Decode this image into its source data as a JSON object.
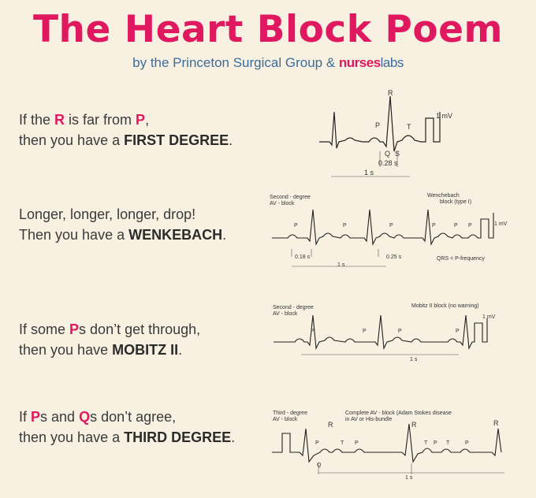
{
  "header": {
    "title": "The Heart Block Poem",
    "subtitle_prefix": "by the Princeton Surgical Group &",
    "brand_main": "nurses",
    "brand_suffix": "labs"
  },
  "verses": [
    {
      "line1_a": "If the ",
      "line1_b": "R",
      "line1_c": " is far from ",
      "line1_d": "P",
      "line1_e": ",",
      "line2_a": "then you have a ",
      "line2_b": "FIRST DEGREE",
      "line2_c": "."
    },
    {
      "line1_a": "Longer, longer, longer, drop!",
      "line2_a": "Then you have a ",
      "line2_b": "WENKEBACH",
      "line2_c": "."
    },
    {
      "line1_a": "If some ",
      "line1_b": "P",
      "line1_c": "s don’t get through,",
      "line2_a": "then you have ",
      "line2_b": "MOBITZ II",
      "line2_c": "."
    },
    {
      "line1_a": "If ",
      "line1_b": "P",
      "line1_c": "s and ",
      "line1_d": "Q",
      "line1_e": "s don’t agree,",
      "line2_a": "then you have a ",
      "line2_b": "THIRD DEGREE",
      "line2_c": "."
    }
  ],
  "ecg1": {
    "r": "R",
    "p": "P",
    "t": "T",
    "q": "Q",
    "s": "S",
    "mv": "1 mV",
    "interval": "0.28 s",
    "second": "1 s"
  },
  "ecg2": {
    "label_left_1": "Second - degree",
    "label_left_2": "AV - block",
    "label_right_1": "Wenchebach",
    "label_right_2": "block (type I)",
    "p": "P",
    "mv": "1 mV",
    "interval1": "0.18 s",
    "interval2": "0.25 s",
    "second": "1 s",
    "qrs_note": "QRS < P-frequency"
  },
  "ecg3": {
    "label_left_1": "Second - degree",
    "label_left_2": "AV - block",
    "label_right": "Mobitz II block (no warning)",
    "p": "P",
    "mv": "1 mV",
    "second": "1 s"
  },
  "ecg4": {
    "label_left_1": "Third - degree",
    "label_left_2": "AV - block",
    "label_right_1": "Complete  AV - block (Adam Stokes disease",
    "label_right_2": "in AV or His-bundle",
    "r": "R",
    "p": "P",
    "t": "T",
    "q": "Q",
    "second": "1 s"
  },
  "colors": {
    "accent": "#e0185f",
    "subtitle": "#3b6c9a",
    "background": "#f8f1e2"
  }
}
